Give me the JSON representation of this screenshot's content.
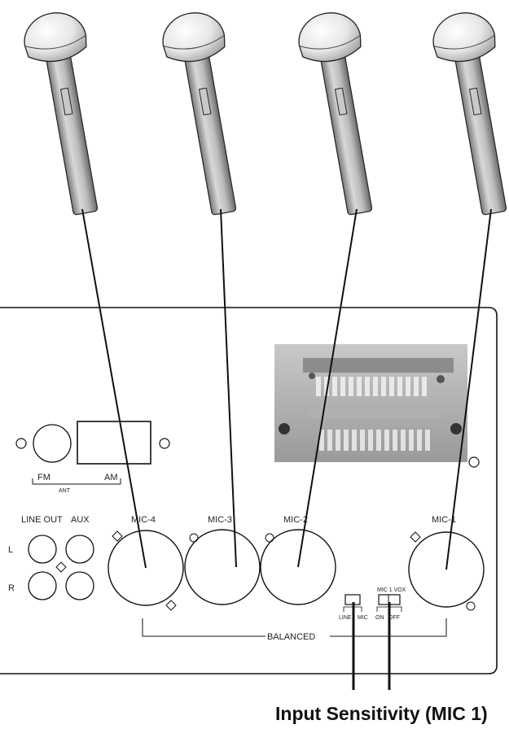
{
  "panel": {
    "antenna": {
      "fm_label": "FM",
      "am_label": "AM",
      "ant_label": "ANT"
    },
    "line_out_label": "LINE OUT",
    "aux_label": "AUX",
    "l_label": "L",
    "r_label": "R",
    "mic_labels": [
      "MIC-4",
      "MIC-3",
      "MIC-2",
      "MIC-1"
    ],
    "balanced_label": "BALANCED",
    "switches": {
      "line_label": "LINE",
      "mic_label": "MIC",
      "vox_title": "MIC 1 VOX",
      "on_label": "ON",
      "off_label": "OFF"
    }
  },
  "caption": "Input Sensitivity (MIC 1)"
}
